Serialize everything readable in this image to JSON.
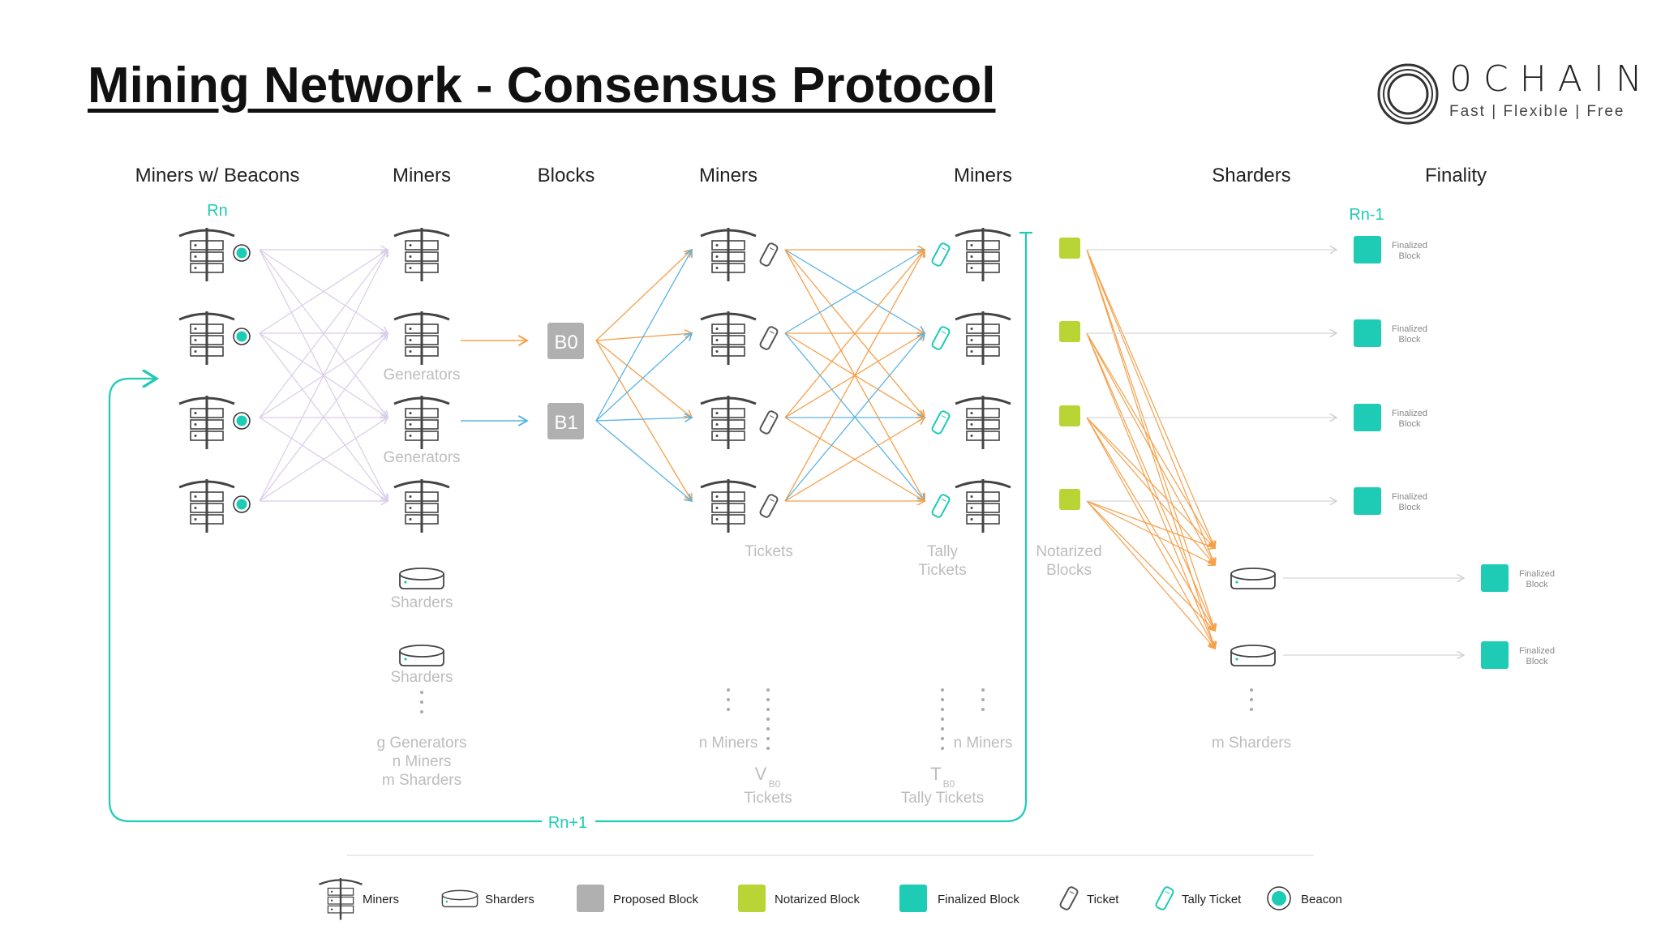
{
  "title": "Mining Network - Consensus Protocol",
  "logo": {
    "name": "0CHAIN",
    "tagline": "Fast  |  Flexible  |  Free"
  },
  "columns": [
    "Miners w/ Beacons",
    "Miners",
    "Blocks",
    "Miners",
    "Miners",
    "Sharders",
    "Finality"
  ],
  "round_labels": {
    "current": "Rn",
    "previous": "Rn-1",
    "next": "Rn+1"
  },
  "blocks": [
    "B0",
    "B1"
  ],
  "labels": {
    "generators": "Generators",
    "sharders": "Sharders",
    "tickets": "Tickets",
    "tally_tickets": [
      "Tally",
      "Tickets"
    ],
    "notarized_blocks": [
      "Notarized",
      "Blocks"
    ],
    "finalized_block": [
      "Finalized",
      "Block"
    ],
    "counts_col2": [
      "g Generators",
      "n Miners",
      "m Sharders"
    ],
    "n_miners": "n Miners",
    "m_sharders": "m Sharders",
    "v_b0": {
      "main": "V",
      "sub": "B0",
      "caption": "Tickets"
    },
    "t_b0": {
      "main": "T",
      "sub": "B0",
      "caption": "Tally Tickets"
    }
  },
  "legend": [
    "Miners",
    "Sharders",
    "Proposed Block",
    "Notarized Block",
    "Finalized Block",
    "Ticket",
    "Tally Ticket",
    "Beacon"
  ],
  "colors": {
    "teal": "#1ecbb5",
    "orange": "#f5a04a",
    "blue": "#5ab3e3",
    "lilac": "#d9cde8",
    "proposed_block": "#b0b0b0",
    "notarized_block": "#b9d535",
    "finalized_block": "#1ecbb5",
    "faded_text": "#bdbdbd",
    "icon_stroke": "#444444"
  }
}
